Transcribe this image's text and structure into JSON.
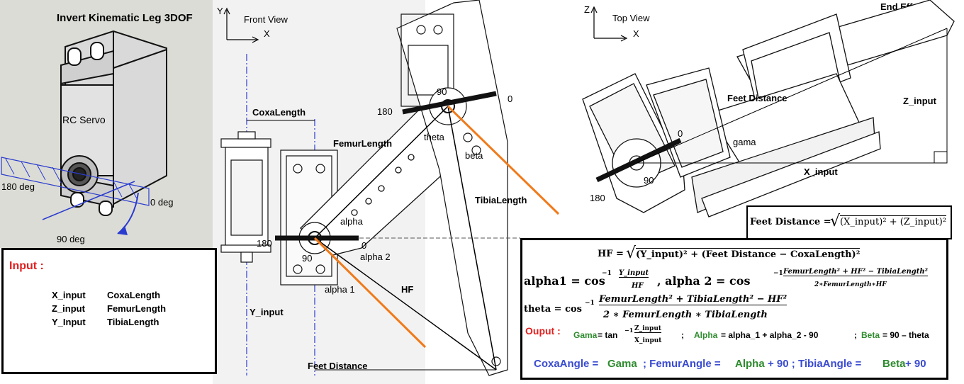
{
  "title": "Invert Kinematic Leg 3DOF",
  "servo": {
    "label": "RC Servo",
    "deg_180": "180 deg",
    "deg_0": "0 deg",
    "deg_90": "90 deg"
  },
  "input_panel": {
    "heading": "Input :",
    "rows": [
      {
        "a": "X_input",
        "b": "CoxaLength"
      },
      {
        "a": "Z_input",
        "b": "FemurLength"
      },
      {
        "a": "Y_Input",
        "b": "TibiaLength"
      }
    ]
  },
  "front_view": {
    "axis_y": "Y",
    "axis_x": "X",
    "name": "Front View",
    "coxa_length": "CoxaLength",
    "femur_length": "FemurLength",
    "tibia_length": "TibiaLength",
    "alpha": "alpha",
    "alpha1": "alpha 1",
    "alpha2": "alpha 2",
    "theta": "theta",
    "beta": "beta",
    "hf": "HF",
    "y_input": "Y_input",
    "feet_distance": "Feet Distance",
    "femur_180": "180",
    "femur_90": "90",
    "femur_0": "0",
    "tibia_180": "180",
    "tibia_90": "90",
    "tibia_0": "0"
  },
  "top_view": {
    "axis_z": "Z",
    "axis_x": "X",
    "name": "Top View",
    "end_effector": "End Effector",
    "feet_distance": "Feet  Distance",
    "z_input": "Z_input",
    "x_input": "X_input",
    "gama": "gama",
    "coxa_0": "0",
    "coxa_90": "90",
    "coxa_180": "180"
  },
  "formulas": {
    "feet_distance": "Feet Distance = √((X_input)² + (Z_input)²)",
    "feet_distance_lhs": "Feet Distance = ",
    "feet_distance_rhs": "(X_input)² + (Z_input)²",
    "hf_lhs": "HF = ",
    "hf_rhs": "(Y_input)² + (Feet Distance − CoxaLength)²",
    "alpha1_lhs": "alpha1 = cos",
    "alpha1_num": "Y_input",
    "alpha1_den": "HF",
    "alpha2_lhs": ",  alpha 2 = cos",
    "alpha2_num": "FemurLength² + HF² − TibiaLength²",
    "alpha2_den": "2∗FemurLength∗HF",
    "theta_lhs": "theta = cos",
    "theta_num": "FemurLength² + TibiaLength² − HF²",
    "theta_den": "2 ∗ FemurLength ∗ TibiaLength",
    "output_label": "Ouput :",
    "gama_name": "Gama",
    "gama_eq": " =  tan",
    "gama_num": "Z_input",
    "gama_den": "X_input",
    "alpha_name": "Alpha",
    "alpha_eq": " = alpha_1 + alpha_2   - 90",
    "beta_name": "Beta",
    "beta_eq": " = 90 – theta",
    "coxa_angle": "CoxaAngle = ",
    "femur_angle": "; FemurAngle = ",
    "plus90a": " + 90 ; TibiaAngle =  ",
    "plus90b": " + 90",
    "inv": "−1",
    "semicolon": ";"
  },
  "colors": {
    "accent_orange": "#f07a1a",
    "input_red": "#e02020",
    "formula_green": "#2e8b2e",
    "formula_blue": "#3a4bd0",
    "servo_bg": "#dcdcd6",
    "axis_blue": "#2a3ccf"
  }
}
